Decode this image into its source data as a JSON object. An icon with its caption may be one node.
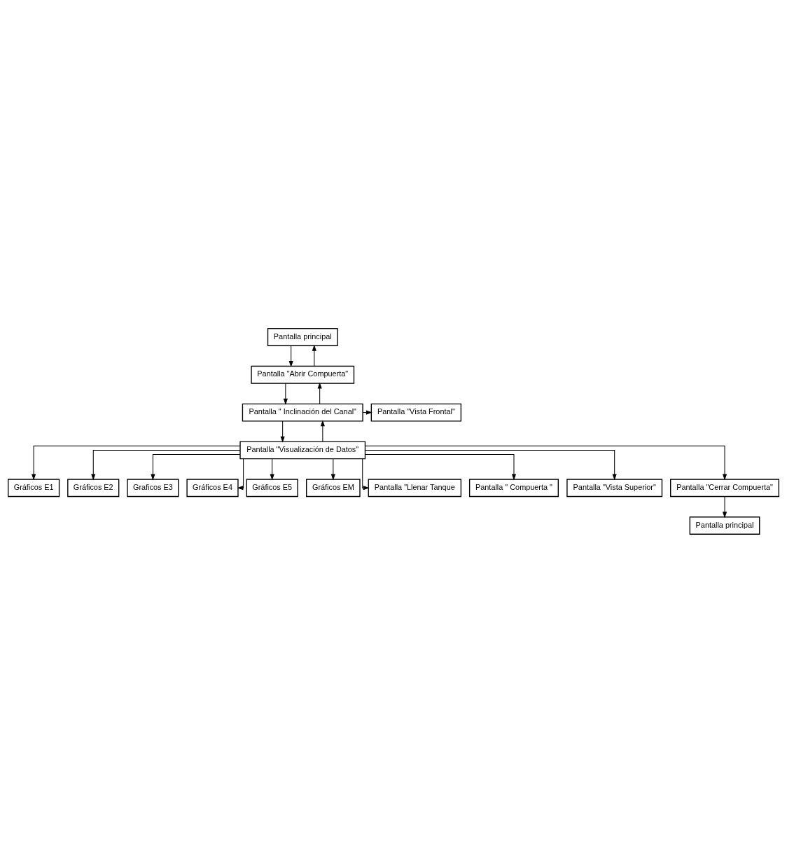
{
  "diagram": {
    "nodes": [
      {
        "text": [
          "Pantalla principal"
        ]
      },
      {
        "text": [
          "Pantalla \"Abrir Compuerta\""
        ]
      },
      {
        "text": [
          "Pantalla \" Inclinación del Canal\""
        ]
      },
      {
        "text": [
          "Pantalla \"Vista Frontal\""
        ]
      },
      {
        "text": [
          "Pantalla \"Visualización de Datos\""
        ]
      },
      {
        "text": [
          "Gráficos E1"
        ]
      },
      {
        "text": [
          "Gráficos E2"
        ]
      },
      {
        "text": [
          "Graficos E3"
        ]
      },
      {
        "text": [
          "Gráficos E4"
        ]
      },
      {
        "text": [
          "Gráficos E5"
        ]
      },
      {
        "text": [
          "Gráficos EM"
        ]
      },
      {
        "text": [
          "Pantalla \"Llenar Tanque"
        ]
      },
      {
        "text": [
          "Pantalla \" Compuerta \""
        ]
      },
      {
        "text": [
          "Pantalla \"Vista Superior\""
        ]
      },
      {
        "text": [
          "Pantalla \"Cerrar Compuerta\""
        ]
      },
      {
        "text": [
          "Pantalla principal"
        ]
      }
    ],
    "edges": [
      {
        "from": 0,
        "to": 1,
        "arrow": "to"
      },
      {
        "from": 1,
        "to": 0,
        "arrow": "to"
      },
      {
        "from": 1,
        "to": 2,
        "arrow": "to"
      },
      {
        "from": 2,
        "to": 1,
        "arrow": "to"
      },
      {
        "from": 2,
        "to": 3,
        "arrow": "to"
      },
      {
        "from": 2,
        "to": 4,
        "arrow": "to"
      },
      {
        "from": 4,
        "to": 2,
        "arrow": "to"
      },
      {
        "from": 4,
        "to": 5,
        "arrow": "to"
      },
      {
        "from": 4,
        "to": 6,
        "arrow": "to"
      },
      {
        "from": 4,
        "to": 7,
        "arrow": "to"
      },
      {
        "from": 4,
        "to": 8,
        "arrow": "to"
      },
      {
        "from": 4,
        "to": 9,
        "arrow": "to"
      },
      {
        "from": 4,
        "to": 10,
        "arrow": "to"
      },
      {
        "from": 4,
        "to": 11,
        "arrow": "to"
      },
      {
        "from": 4,
        "to": 12,
        "arrow": "to"
      },
      {
        "from": 4,
        "to": 13,
        "arrow": "to"
      },
      {
        "from": 4,
        "to": 14,
        "arrow": "to"
      },
      {
        "from": 14,
        "to": 15,
        "arrow": "to"
      }
    ]
  }
}
